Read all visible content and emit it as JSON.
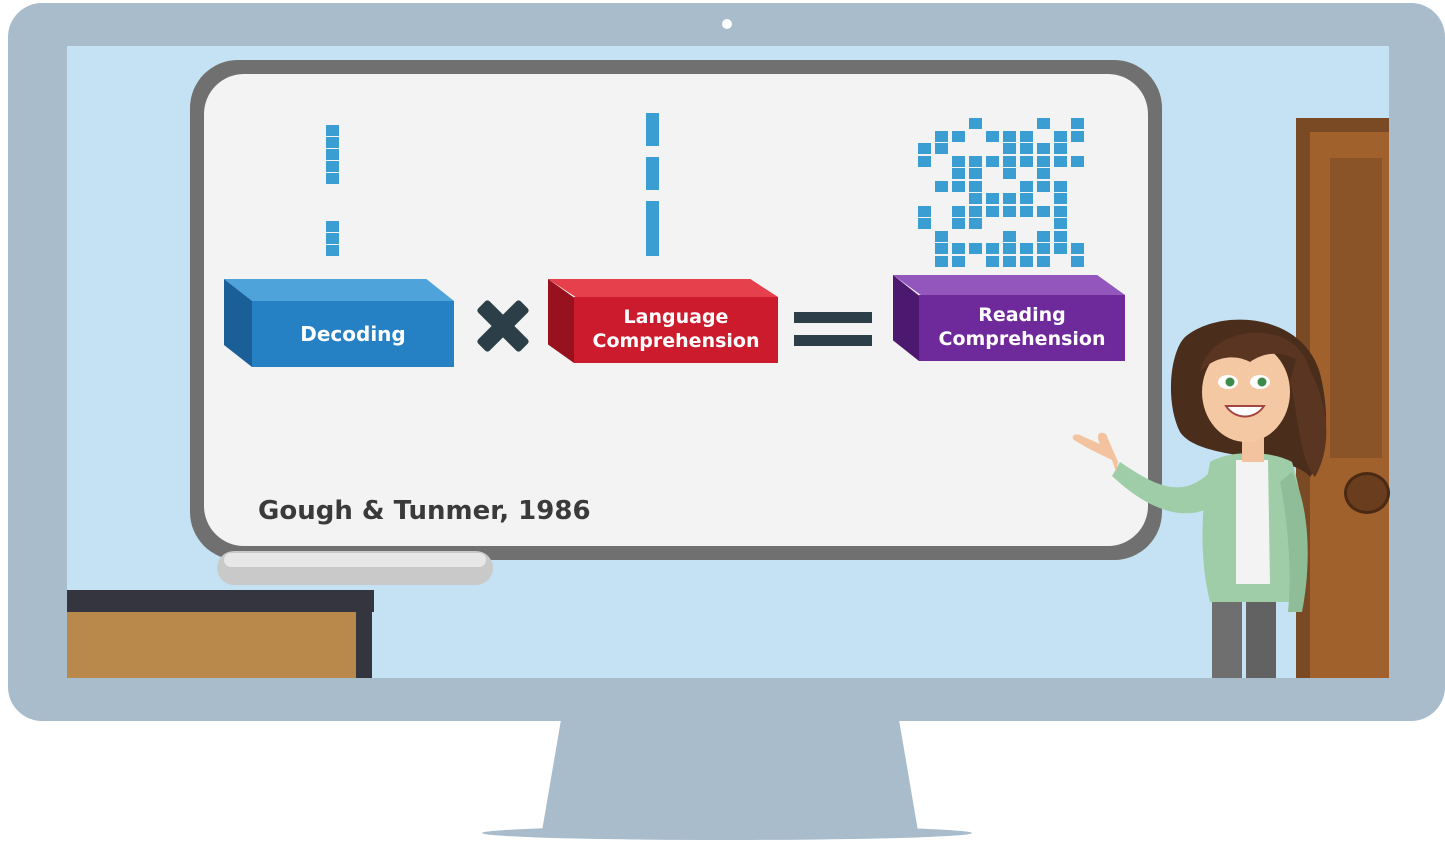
{
  "equation": {
    "term1": "Decoding",
    "term2": "Language\nComprehension",
    "result": "Reading\nComprehension",
    "operator1_icon": "times-icon",
    "operator2_icon": "equals-icon"
  },
  "citation": "Gough & Tunmer, 1986",
  "colors": {
    "decoding": "#2580c4",
    "language_comprehension": "#cc1b2c",
    "reading_comprehension": "#6e2a9b",
    "bits": "#3a9ed3"
  },
  "scene": {
    "presenter_icon": "teacher-illustration",
    "door_icon": "door-illustration",
    "desk_icon": "desk-illustration"
  }
}
